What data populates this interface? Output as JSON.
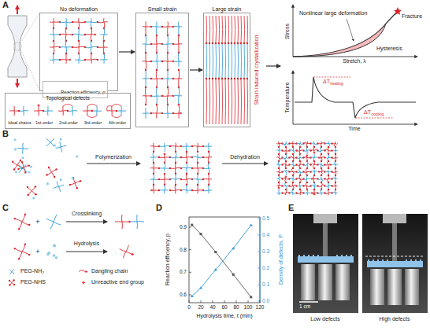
{
  "diagram": {
    "nodes": [
      {
        "text": [
          "No deformation"
        ]
      },
      {
        "text": [
          "Reaction efficiency, p"
        ],
        "in": 0
      },
      {
        "text": [
          "Topological defects",
          "Ideal chains",
          "1st-order",
          "2nd-order",
          "3rd-order",
          "4th-order"
        ]
      },
      {
        "text": [
          "Small strain"
        ]
      },
      {
        "text": [
          "Large strain",
          "Strain induced crystallization"
        ]
      }
    ],
    "edges": [
      {
        "from": 0,
        "to": 3,
        "arrow": "to"
      },
      {
        "from": 3,
        "to": 4,
        "arrow": "to"
      }
    ],
    "labels": [
      "A",
      "B",
      "C",
      "D",
      "E",
      "Stress",
      "Stretch, λ",
      "Nonlinear large deformation",
      "Hysteresis",
      "Fracture",
      "Temperature",
      "Time",
      "ΔT",
      "heating",
      "ΔT",
      "cooling",
      "Polymerization",
      "Dehydration",
      "+",
      "Crosslinking",
      "+",
      "Hydrolysis",
      "Reaction efficiency, p",
      "Density of defects, P",
      "Hydrolysis time, t (min)",
      "0.9",
      "0.8",
      "0.7",
      "0.6",
      "0.0",
      "0.1",
      "0.2",
      "0.3",
      "0.4",
      "0.5",
      "0",
      "20",
      "40",
      "60",
      "80",
      "100",
      "120",
      "1 cm",
      "Low defects",
      "High defects"
    ],
    "legend": [
      {
        "text": "PEG-NH₂"
      },
      {
        "text": "PEG-NHS"
      },
      {
        "text": "Dangling chain"
      },
      {
        "text": "Unreactive end group"
      }
    ]
  }
}
